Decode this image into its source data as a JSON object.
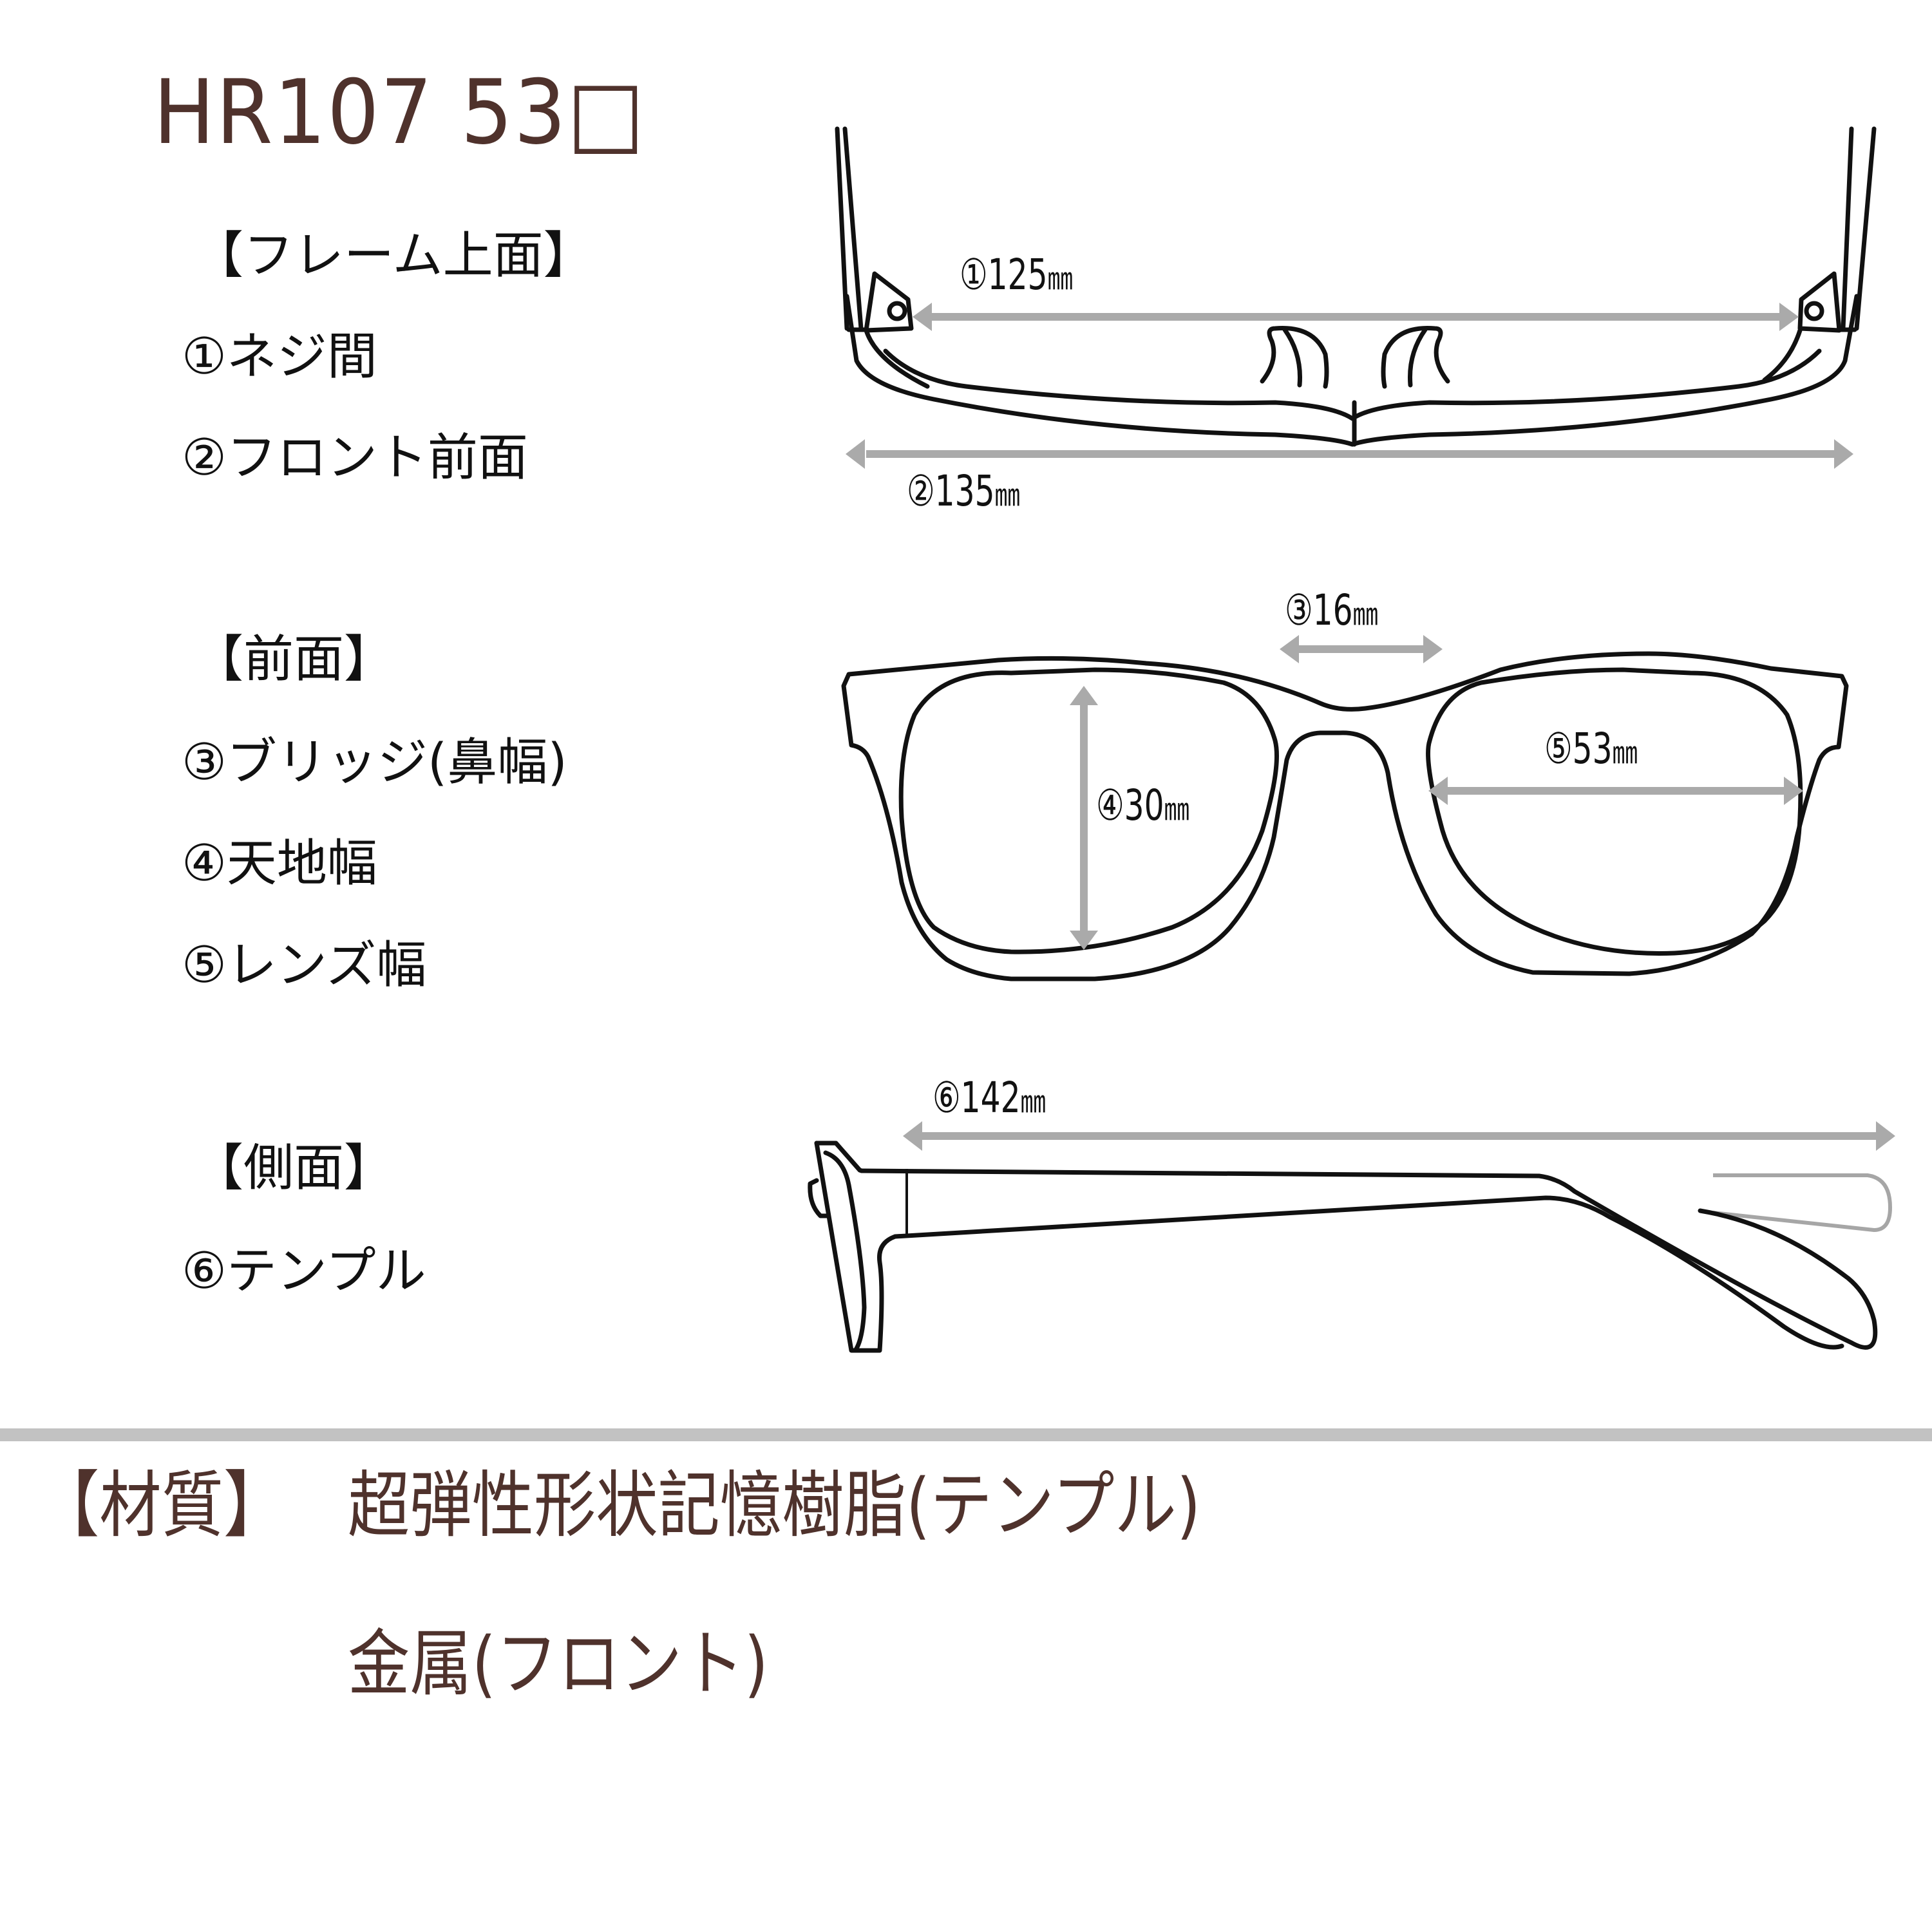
{
  "header": {
    "model": "HR107 53□"
  },
  "sections": {
    "top_view": {
      "heading": "【フレーム上面】",
      "items": [
        {
          "label": "①ネジ間"
        },
        {
          "label": "②フロント前面"
        }
      ]
    },
    "front_view": {
      "heading": "【前面】",
      "items": [
        {
          "label": "③ブリッジ(鼻幅)"
        },
        {
          "label": "④天地幅"
        },
        {
          "label": "⑤レンズ幅"
        }
      ]
    },
    "side_view": {
      "heading": "【側面】",
      "items": [
        {
          "label": "⑥テンプル"
        }
      ]
    }
  },
  "dimensions": {
    "screw_distance": {
      "marker": "①",
      "value": "125",
      "unit": "㎜"
    },
    "front_width": {
      "marker": "②",
      "value": "135",
      "unit": "㎜"
    },
    "bridge": {
      "marker": "③",
      "value": "16",
      "unit": "㎜"
    },
    "lens_height": {
      "marker": "④",
      "value": "30",
      "unit": "㎜"
    },
    "lens_width": {
      "marker": "⑤",
      "value": "53",
      "unit": "㎜"
    },
    "temple_length": {
      "marker": "⑥",
      "value": "142",
      "unit": "㎜"
    }
  },
  "material": {
    "heading": "【材質】",
    "temple": "超弾性形状記憶樹脂(テンプル)",
    "front": "金属(フロント)"
  },
  "colors": {
    "title_text": "#4f322c",
    "body_text": "#111111",
    "dimension_arrow": "#aaaaaa",
    "divider": "#c2c2c2",
    "outline": "#111111"
  }
}
